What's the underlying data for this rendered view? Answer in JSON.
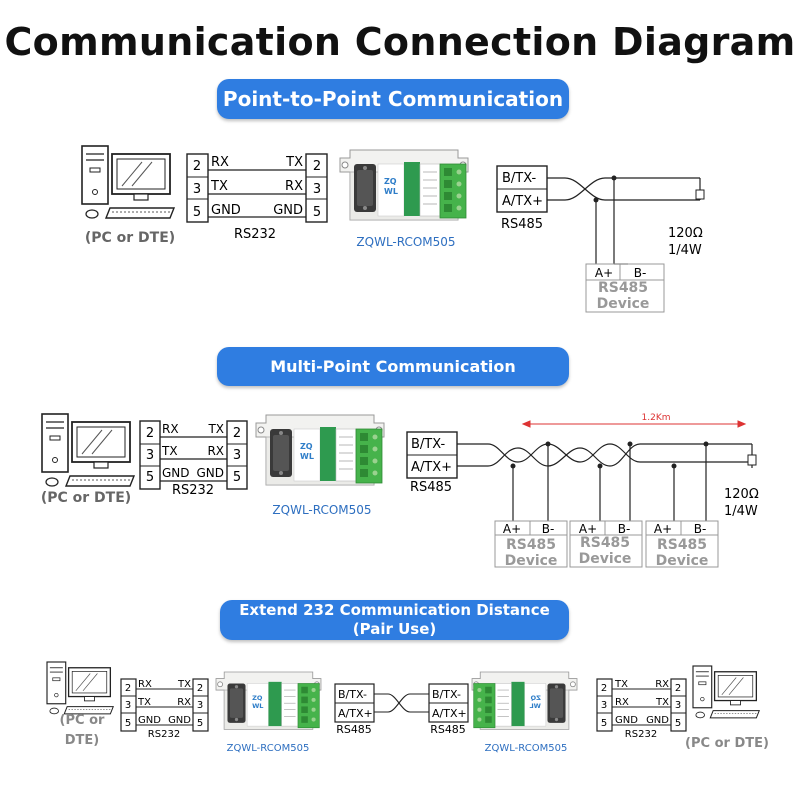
{
  "title": "Communication Connection Diagram",
  "sections": [
    {
      "banner": "Point-to-Point Communication",
      "rs232_rows": [
        {
          "pin_left": "2",
          "sig_left": "RX",
          "sig_right": "TX",
          "pin_right": "2"
        },
        {
          "pin_left": "3",
          "sig_left": "TX",
          "sig_right": "RX",
          "pin_right": "3"
        },
        {
          "pin_left": "5",
          "sig_left": "GND",
          "sig_right": "GND",
          "pin_right": "5"
        }
      ],
      "rs232_label": "RS232",
      "pc_label": "(PC or DTE)",
      "module_label": "ZQWL-RCOM505",
      "rs485_terms": [
        "B/TX-",
        "A/TX+"
      ],
      "rs485_label": "RS485",
      "resistor_label_1": "120Ω",
      "resistor_label_2": "1/4W",
      "devices": [
        {
          "a": "A+",
          "b": "B-",
          "name_1": "RS485",
          "name_2": "Device"
        }
      ]
    },
    {
      "banner": "Multi-Point Communication",
      "rs232_rows": [
        {
          "pin_left": "2",
          "sig_left": "RX",
          "sig_right": "TX",
          "pin_right": "2"
        },
        {
          "pin_left": "3",
          "sig_left": "TX",
          "sig_right": "RX",
          "pin_right": "3"
        },
        {
          "pin_left": "5",
          "sig_left": "GND",
          "sig_right": "GND",
          "pin_right": "5"
        }
      ],
      "rs232_label": "RS232",
      "pc_label": "(PC or DTE)",
      "module_label": "ZQWL-RCOM505",
      "rs485_terms": [
        "B/TX-",
        "A/TX+"
      ],
      "rs485_label": "RS485",
      "distance_label": "1.2Km",
      "resistor_label_1": "120Ω",
      "resistor_label_2": "1/4W",
      "devices": [
        {
          "a": "A+",
          "b": "B-",
          "name_1": "RS485",
          "name_2": "Device"
        },
        {
          "a": "A+",
          "b": "B-",
          "name_1": "RS485",
          "name_2": "Device"
        },
        {
          "a": "A+",
          "b": "B-",
          "name_1": "RS485",
          "name_2": "Device"
        }
      ]
    },
    {
      "banner": "Extend 232 Communication Distance (Pair Use)",
      "left_rs232_rows": [
        {
          "pin_left": "2",
          "sig_left": "RX",
          "sig_right": "TX",
          "pin_right": "2"
        },
        {
          "pin_left": "3",
          "sig_left": "TX",
          "sig_right": "RX",
          "pin_right": "3"
        },
        {
          "pin_left": "5",
          "sig_left": "GND",
          "sig_right": "GND",
          "pin_right": "5"
        }
      ],
      "right_rs232_rows": [
        {
          "pin_left": "2",
          "sig_left": "TX",
          "sig_right": "RX",
          "pin_right": "2"
        },
        {
          "pin_left": "3",
          "sig_left": "RX",
          "sig_right": "TX",
          "pin_right": "3"
        },
        {
          "pin_left": "5",
          "sig_left": "GND",
          "sig_right": "GND",
          "pin_right": "5"
        }
      ],
      "rs232_label": "RS232",
      "pc_label_left_1": "(PC or",
      "pc_label_left_2": "DTE)",
      "pc_label_right": "(PC or DTE)",
      "module_label": "ZQWL-RCOM505",
      "rs485_terms": [
        "B/TX-",
        "A/TX+"
      ],
      "rs485_label": "RS485"
    }
  ],
  "module_brand": "ZQWL",
  "colors": {
    "banner": "#2f7de1",
    "module_green": "#2e9a4f",
    "terminal_green": "#46b34b",
    "device_text": "#999999"
  },
  "icons": [
    "computer-icon",
    "converter-module-icon",
    "resistor-icon",
    "twisted-pair-icon"
  ]
}
